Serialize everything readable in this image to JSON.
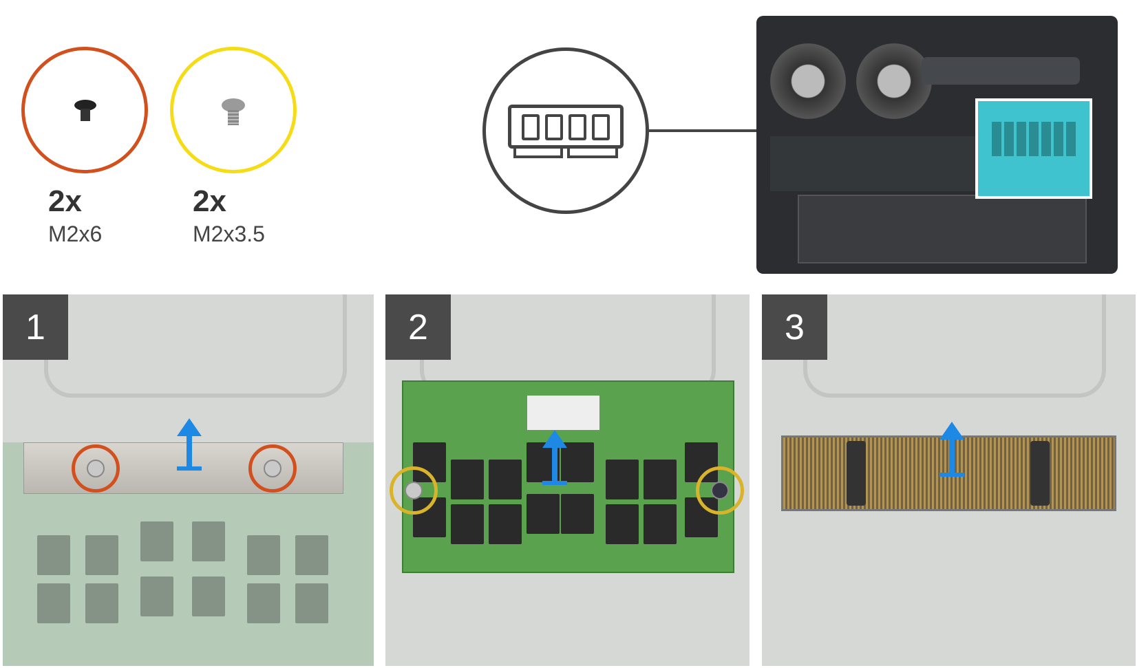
{
  "screws": [
    {
      "quantity": "2x",
      "size": "M2x6",
      "color": "#d2501e"
    },
    {
      "quantity": "2x",
      "size": "M2x3.5",
      "color": "#f5dc14"
    }
  ],
  "icons": {
    "memory": "memory-module-icon"
  },
  "steps": [
    {
      "number": "1"
    },
    {
      "number": "2"
    },
    {
      "number": "3"
    }
  ],
  "colors": {
    "arrow": "#1e88e5",
    "highlight": "#ffffff",
    "step_badge": "#4a4a4a"
  }
}
